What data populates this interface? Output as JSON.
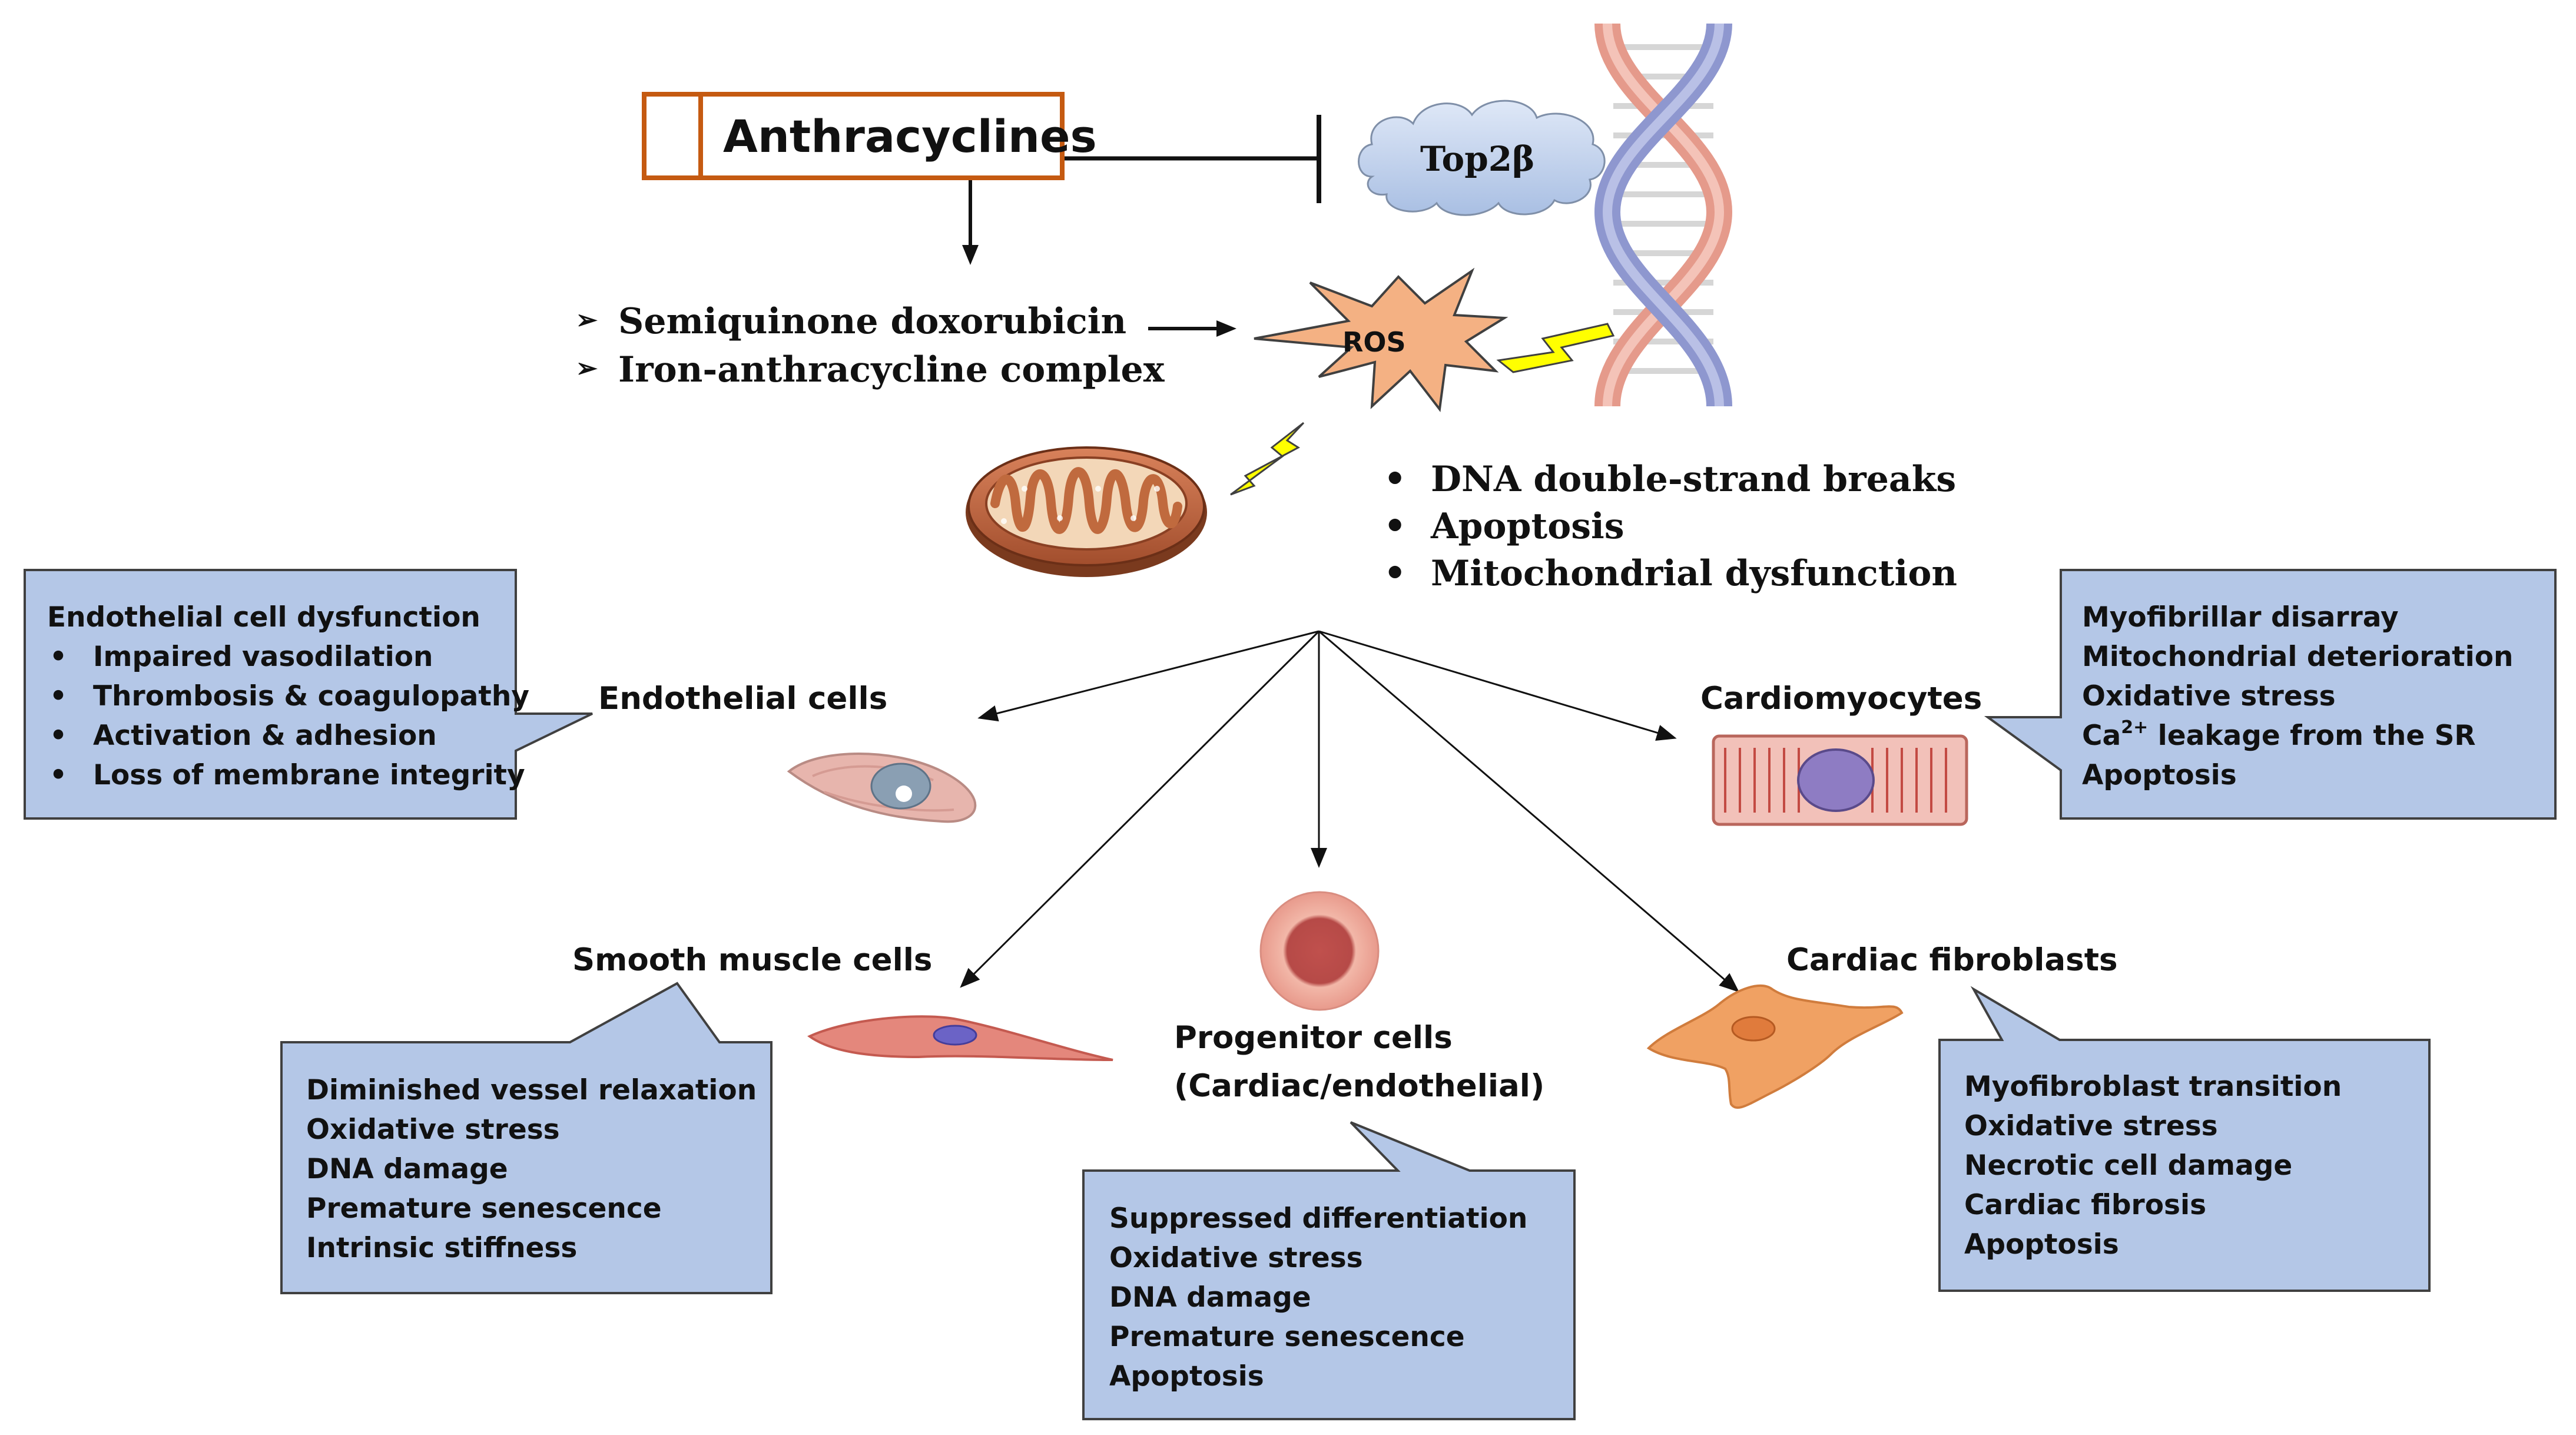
{
  "title": "Anthracyclines",
  "top2b_label": "Top2β",
  "ros_label": "ROS",
  "mechanisms": [
    "Semiquinone doxorubicin",
    "Iron-anthracycline complex"
  ],
  "effects": [
    "DNA double-strand breaks",
    "Apoptosis",
    "Mitochondrial dysfunction"
  ],
  "cells": {
    "endothelial": {
      "label": "Endothelial cells",
      "box_title": "Endothelial cell dysfunction",
      "items": [
        "Impaired vasodilation",
        "Thrombosis & coagulopathy",
        "Activation & adhesion",
        "Loss of membrane integrity"
      ]
    },
    "cardiomyocytes": {
      "label": "Cardiomyocytes",
      "items": [
        "Myofibrillar disarray",
        "Mitochondrial deterioration",
        "Oxidative stress",
        "Ca",
        "2+",
        " leakage from the SR",
        "Apoptosis"
      ]
    },
    "smooth_muscle": {
      "label": "Smooth muscle cells",
      "items": [
        "Diminished vessel relaxation",
        "Oxidative stress",
        "DNA damage",
        "Premature senescence",
        "Intrinsic stiffness"
      ]
    },
    "progenitor": {
      "label_line1": "Progenitor cells",
      "label_line2": "(Cardiac/endothelial)",
      "items": [
        "Suppressed differentiation",
        "Oxidative stress",
        "DNA damage",
        "Premature senescence",
        "Apoptosis"
      ]
    },
    "fibroblasts": {
      "label": "Cardiac fibroblasts",
      "items": [
        "Myofibroblast transition",
        "Oxidative stress",
        "Necrotic cell damage",
        "Cardiac fibrosis",
        "Apoptosis"
      ]
    }
  },
  "colors": {
    "title_border": "#c55a11",
    "callout_fill": "#b4c7e7",
    "callout_border": "#404040",
    "ros_fill": "#f4b183",
    "cloud_fill": "#c5d5ef",
    "lightning": "#ffff00"
  }
}
